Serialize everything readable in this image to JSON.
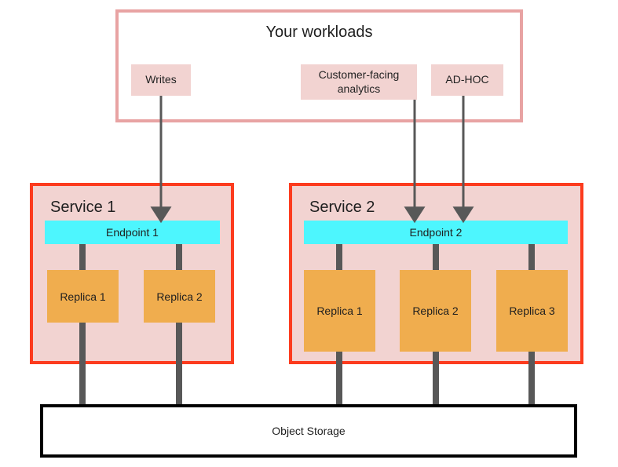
{
  "diagram": {
    "title": "Your workloads",
    "workloads": {
      "label": "Your workloads",
      "chips": [
        {
          "id": "writes",
          "label": "Writes"
        },
        {
          "id": "customer-facing-analytics",
          "label": "Customer-facing analytics"
        },
        {
          "id": "ad-hoc",
          "label": "AD-HOC"
        }
      ]
    },
    "services": [
      {
        "id": "service-1",
        "label": "Service 1",
        "endpoint": "Endpoint 1",
        "replicas": [
          {
            "label": "Replica 1"
          },
          {
            "label": "Replica 2"
          }
        ]
      },
      {
        "id": "service-2",
        "label": "Service 2",
        "endpoint": "Endpoint 2",
        "replicas": [
          {
            "label": "Replica 1"
          },
          {
            "label": "Replica 2"
          },
          {
            "label": "Replica 3"
          }
        ]
      }
    ],
    "storage": {
      "label": "Object Storage"
    },
    "colors": {
      "workloads_border": "#e8a3a3",
      "chip_fill": "#f2d3d1",
      "service_border": "#fc3b1e",
      "service_fill": "#f2d3d1",
      "endpoint_fill": "#4df6fe",
      "replica_fill": "#f0ad4e",
      "connector": "#585858",
      "storage_border": "#000000",
      "background": "#ffffff",
      "text": "#1f1f1f"
    },
    "connections": [
      {
        "from": "writes",
        "to": "endpoint-1"
      },
      {
        "from": "customer-facing-analytics",
        "to": "endpoint-2"
      },
      {
        "from": "ad-hoc",
        "to": "endpoint-2"
      }
    ]
  }
}
